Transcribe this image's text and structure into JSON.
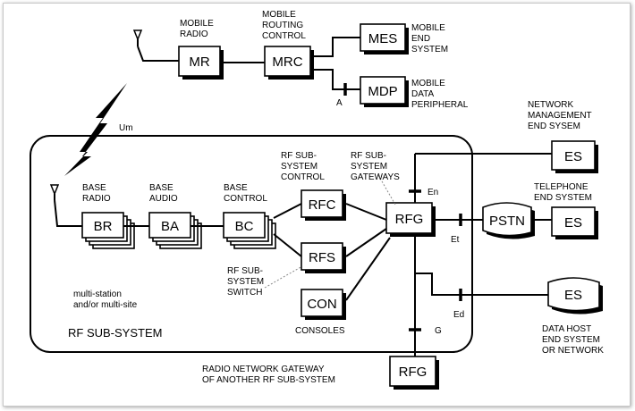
{
  "mobile": {
    "radio_label": [
      "MOBILE",
      "RADIO"
    ],
    "routing_label": [
      "MOBILE",
      "ROUTING",
      "CONTROL"
    ],
    "mes_label": [
      "MOBILE",
      "END",
      "SYSTEM"
    ],
    "mdp_label": [
      "MOBILE",
      "DATA",
      "PERIPHERAL"
    ],
    "mr": "MR",
    "mrc": "MRC",
    "mes": "MES",
    "mdp": "MDP",
    "interface_a": "A"
  },
  "air_interface": "Um",
  "subsystem": {
    "title": "RF SUB-SYSTEM",
    "note": [
      "multi-station",
      "and/or multi-site"
    ],
    "base_radio_label": [
      "BASE",
      "RADIO"
    ],
    "base_audio_label": [
      "BASE",
      "AUDIO"
    ],
    "base_control_label": [
      "BASE",
      "CONTROL"
    ],
    "rf_control_label": [
      "RF SUB-",
      "SYSTEM",
      "CONTROL"
    ],
    "rf_gateways_label": [
      "RF SUB-",
      "SYSTEM",
      "GATEWAYS"
    ],
    "rf_switch_label": [
      "RF SUB-",
      "SYSTEM",
      "SWITCH"
    ],
    "consoles_label": "CONSOLES",
    "br": "BR",
    "ba": "BA",
    "bc": "BC",
    "rfc": "RFC",
    "rfs": "RFS",
    "con": "CON",
    "rfg": "RFG"
  },
  "external": {
    "netmgmt_label": [
      "NETWORK",
      "MANAGEMENT",
      "END SYSEM"
    ],
    "telephone_label": [
      "TELEPHONE",
      "END SYSTEM"
    ],
    "datahost_label": [
      "DATA HOST",
      "END SYSTEM",
      "OR NETWORK"
    ],
    "gateway_label": [
      "RADIO NETWORK GATEWAY",
      "OF ANOTHER RF SUB-SYSTEM"
    ],
    "es": "ES",
    "pstn": "PSTN",
    "rfg": "RFG",
    "interface_en": "En",
    "interface_et": "Et",
    "interface_ed": "Ed",
    "interface_g": "G"
  }
}
